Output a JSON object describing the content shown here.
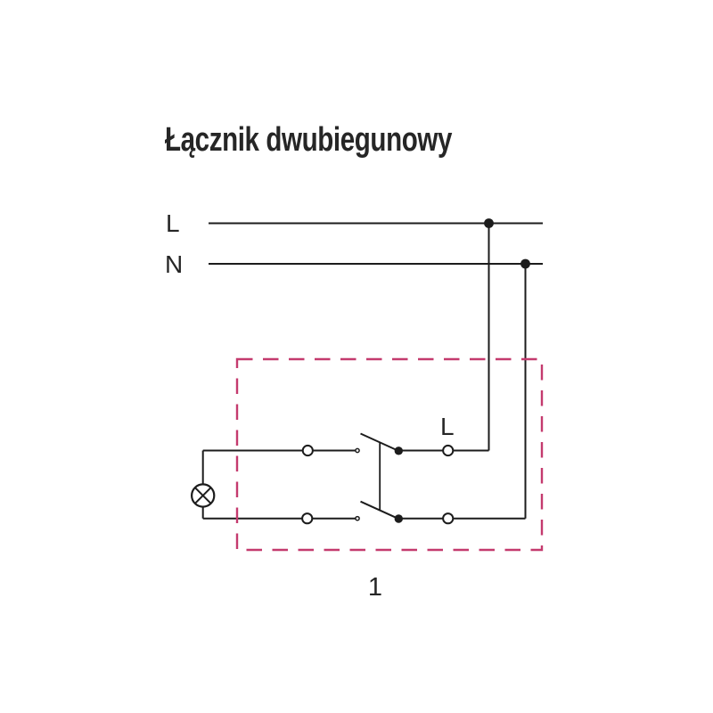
{
  "title": "Łącznik dwubiegunowy",
  "labels": {
    "phase": "L",
    "neutral": "N",
    "switch_terminal": "L",
    "figure_number": "1"
  },
  "colors": {
    "wire": "#1c1c1c",
    "text": "#262626",
    "device_outline": "#c43a6e",
    "background": "#ffffff"
  },
  "icons": {
    "lamp": "circle-with-diagonal-cross",
    "junction": "filled-dot",
    "terminal": "open-circle"
  }
}
